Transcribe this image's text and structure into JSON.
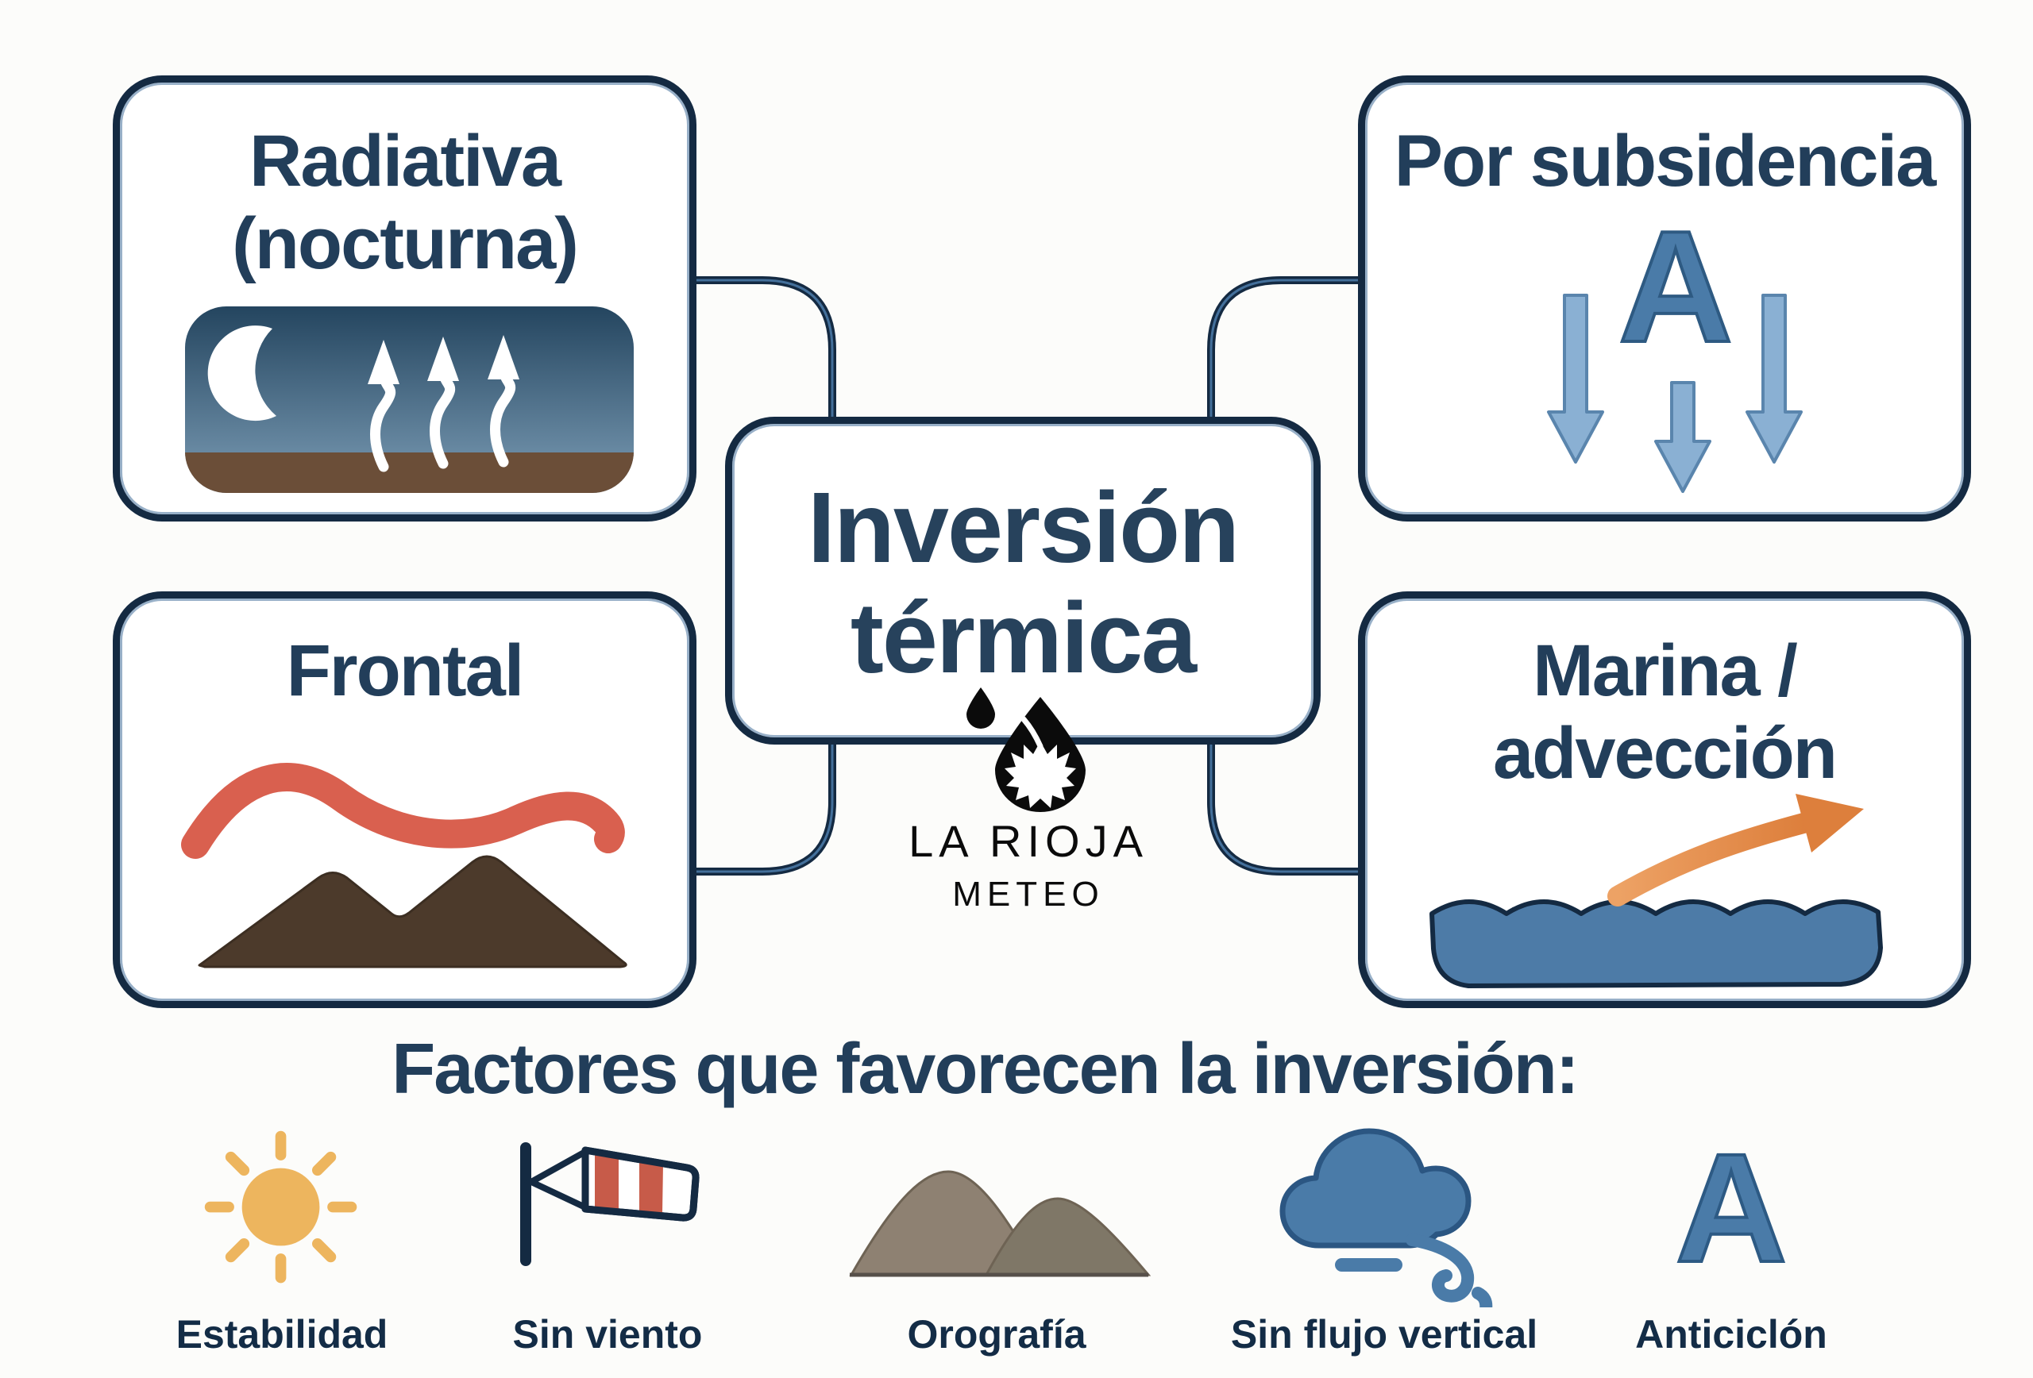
{
  "colors": {
    "navy": "#142A42",
    "navy-inner": "#44709B",
    "heading": "#223E5A",
    "dark-label": "#132C46",
    "central-text": "#27425C",
    "steel-blue": "#4A7BA8",
    "arrow-light": "#8AB0D3",
    "arrow-edge": "#5A85AD",
    "sun": "#EDB55E",
    "sock-red": "#C75B49",
    "wave-red": "#D9604F",
    "front-mtn": "#4C3A2B",
    "hill-left": "#8E8172",
    "hill-right": "#7F7767",
    "hill-edge": "#6E6354",
    "water": "#4D7BA7",
    "orange-2": "#DD7F3C",
    "ground": "#6B4E38",
    "logo-black": "#0B0B0B",
    "bg": "#FCFCFA",
    "box-bg": "#FFFFFF",
    "sky_top": "#24455F",
    "sky_bottom": "#7B9CB5",
    "orange_light": "#EDA265",
    "orange_dark": "#DD7F3C"
  },
  "central_box": {
    "line1": "Inversión",
    "line2": "térmica"
  },
  "boxes": {
    "radiativa": {
      "line1": "Radiativa",
      "line2": "(nocturna)"
    },
    "subsidencia": {
      "title": "Por subsidencia",
      "letter": "A"
    },
    "frontal": {
      "title": "Frontal"
    },
    "marina": {
      "line1": "Marina /",
      "line2": "advección"
    }
  },
  "logo": {
    "name_line": "LA RIOJA",
    "sub_line": "METEO"
  },
  "factors": {
    "heading": "Factores que favorecen la inversión:",
    "items": [
      {
        "icon": "sun-icon",
        "label": "Estabilidad"
      },
      {
        "icon": "windsock-icon",
        "label": "Sin viento"
      },
      {
        "icon": "mountains-icon",
        "label": "Orografía"
      },
      {
        "icon": "wind-cloud-icon",
        "label": "Sin flujo vertical"
      },
      {
        "icon": "anticyclone-a-icon",
        "label": "Anticiclón",
        "letter": "A"
      }
    ]
  }
}
